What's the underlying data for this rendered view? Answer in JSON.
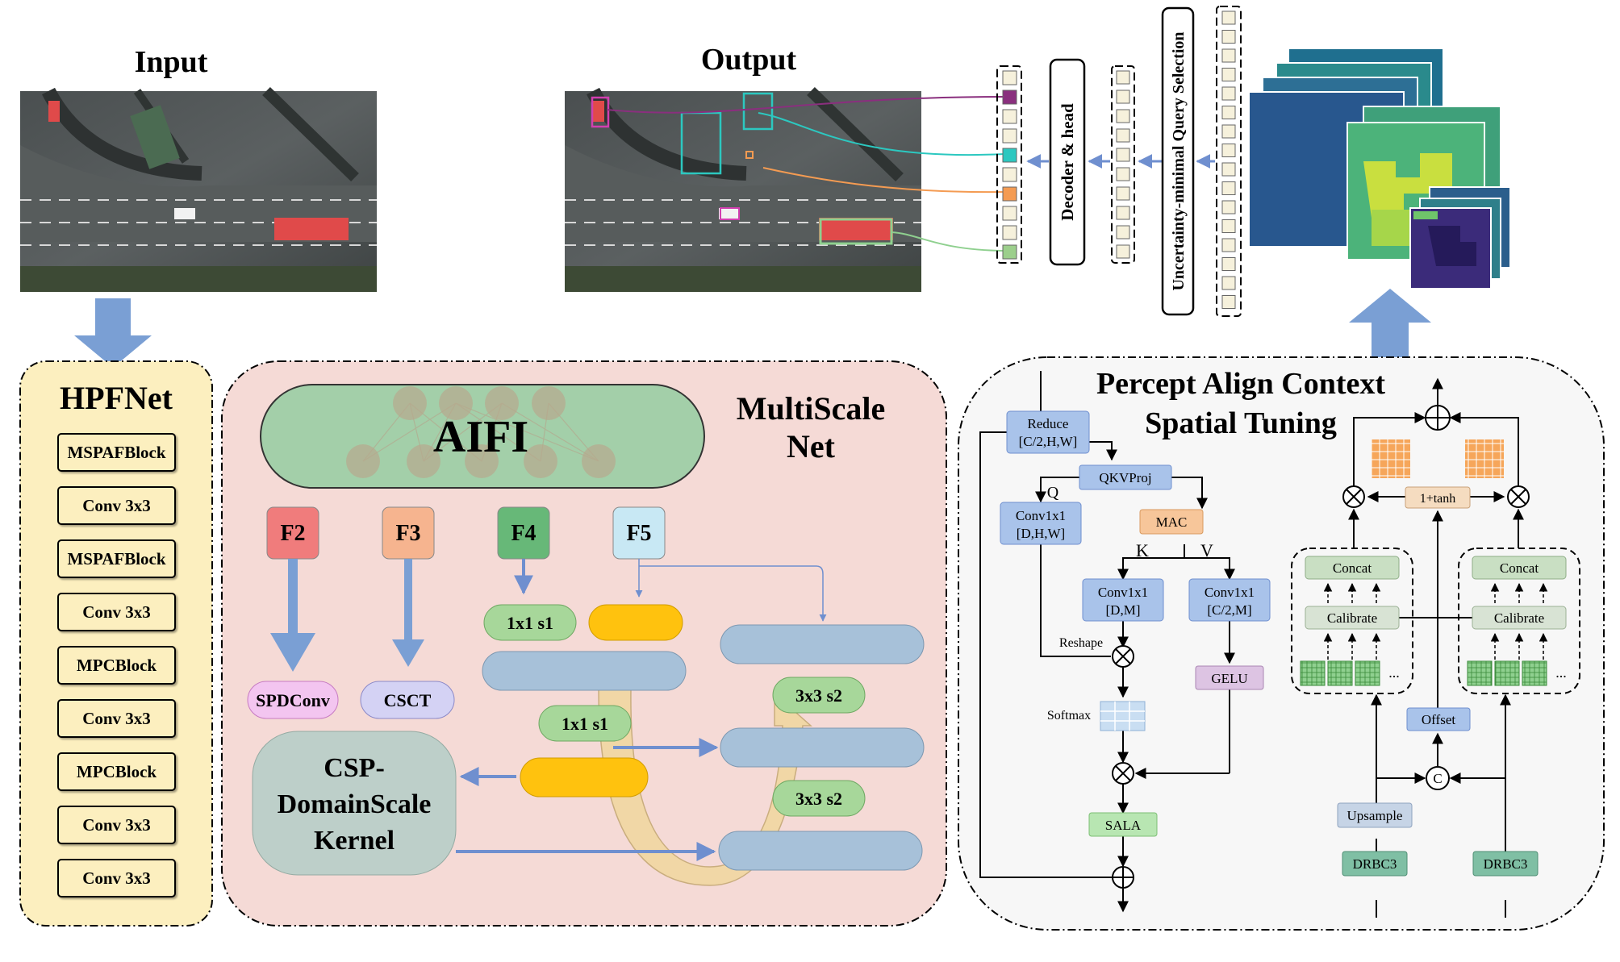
{
  "top": {
    "input_title": "Input",
    "output_title": "Output",
    "decoder_label": "Decoder & head",
    "query_selection_label": "Uncertainty-minimal Query Selection"
  },
  "hpfnet": {
    "title": "HPFNet",
    "blocks": [
      "MSPAFBlock",
      "Conv 3x3",
      "MSPAFBlock",
      "Conv 3x3",
      "MPCBlock",
      "Conv 3x3",
      "MPCBlock",
      "Conv 3x3",
      "Conv 3x3"
    ]
  },
  "multiscale": {
    "title_line1": "MultiScale",
    "title_line2": "Net",
    "aifi": "AIFI",
    "features": [
      "F2",
      "F3",
      "F4",
      "F5"
    ],
    "spdconv": "SPDConv",
    "csct": "CSCT",
    "conv_1x1_top": "1x1 s1",
    "conv_1x1_mid": "1x1 s1",
    "conv_3x3_top": "3x3 s2",
    "conv_3x3_bottom": "3x3 s2",
    "kernel_line1": "CSP-",
    "kernel_line2": "DomainScale",
    "kernel_line3": "Kernel"
  },
  "pacst": {
    "title_line1": "Percept Align Context",
    "title_line2": "Spatial Tuning",
    "reduce_line1": "Reduce",
    "reduce_line2": "[C/2,H,W]",
    "qkvproj": "QKVProj",
    "q": "Q",
    "k": "K",
    "v": "V",
    "mac": "MAC",
    "conv_q_line1": "Conv1x1",
    "conv_q_line2": "[D,H,W]",
    "conv_k_line1": "Conv1x1",
    "conv_k_line2": "[D,M]",
    "conv_v_line1": "Conv1x1",
    "conv_v_line2": "[C/2,M]",
    "reshape": "Reshape",
    "softmax": "Softmax",
    "gelu": "GELU",
    "sala": "SALA",
    "concat": "Concat",
    "calibrate": "Calibrate",
    "one_plus_tanh": "1+tanh",
    "offset": "Offset",
    "upsample": "Upsample",
    "drbc3": "DRBC3",
    "c": "C",
    "ellipsis": "..."
  }
}
